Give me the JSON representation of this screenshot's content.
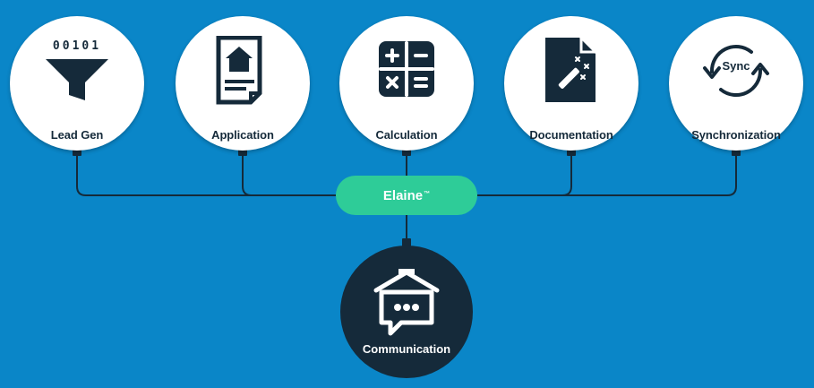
{
  "nodes": [
    {
      "id": "lead-gen",
      "label": "Lead Gen",
      "icon": "funnel-icon",
      "binary": "00101"
    },
    {
      "id": "application",
      "label": "Application",
      "icon": "house-document-icon"
    },
    {
      "id": "calculation",
      "label": "Calculation",
      "icon": "calculator-icon"
    },
    {
      "id": "documentation",
      "label": "Documentation",
      "icon": "magic-wand-document-icon"
    },
    {
      "id": "synchronization",
      "label": "Synchronization",
      "icon": "sync-cycle-icon",
      "icon_text": "Sync"
    }
  ],
  "hub": {
    "label": "Elaine",
    "mark": "™"
  },
  "bottom_node": {
    "label": "Communication",
    "icon": "house-chat-icon"
  },
  "colors": {
    "background": "#0a86c8",
    "node_fill": "#ffffff",
    "dark_navy": "#152a3a",
    "hub_green": "#2ecc98",
    "connector": "#152a3a"
  }
}
